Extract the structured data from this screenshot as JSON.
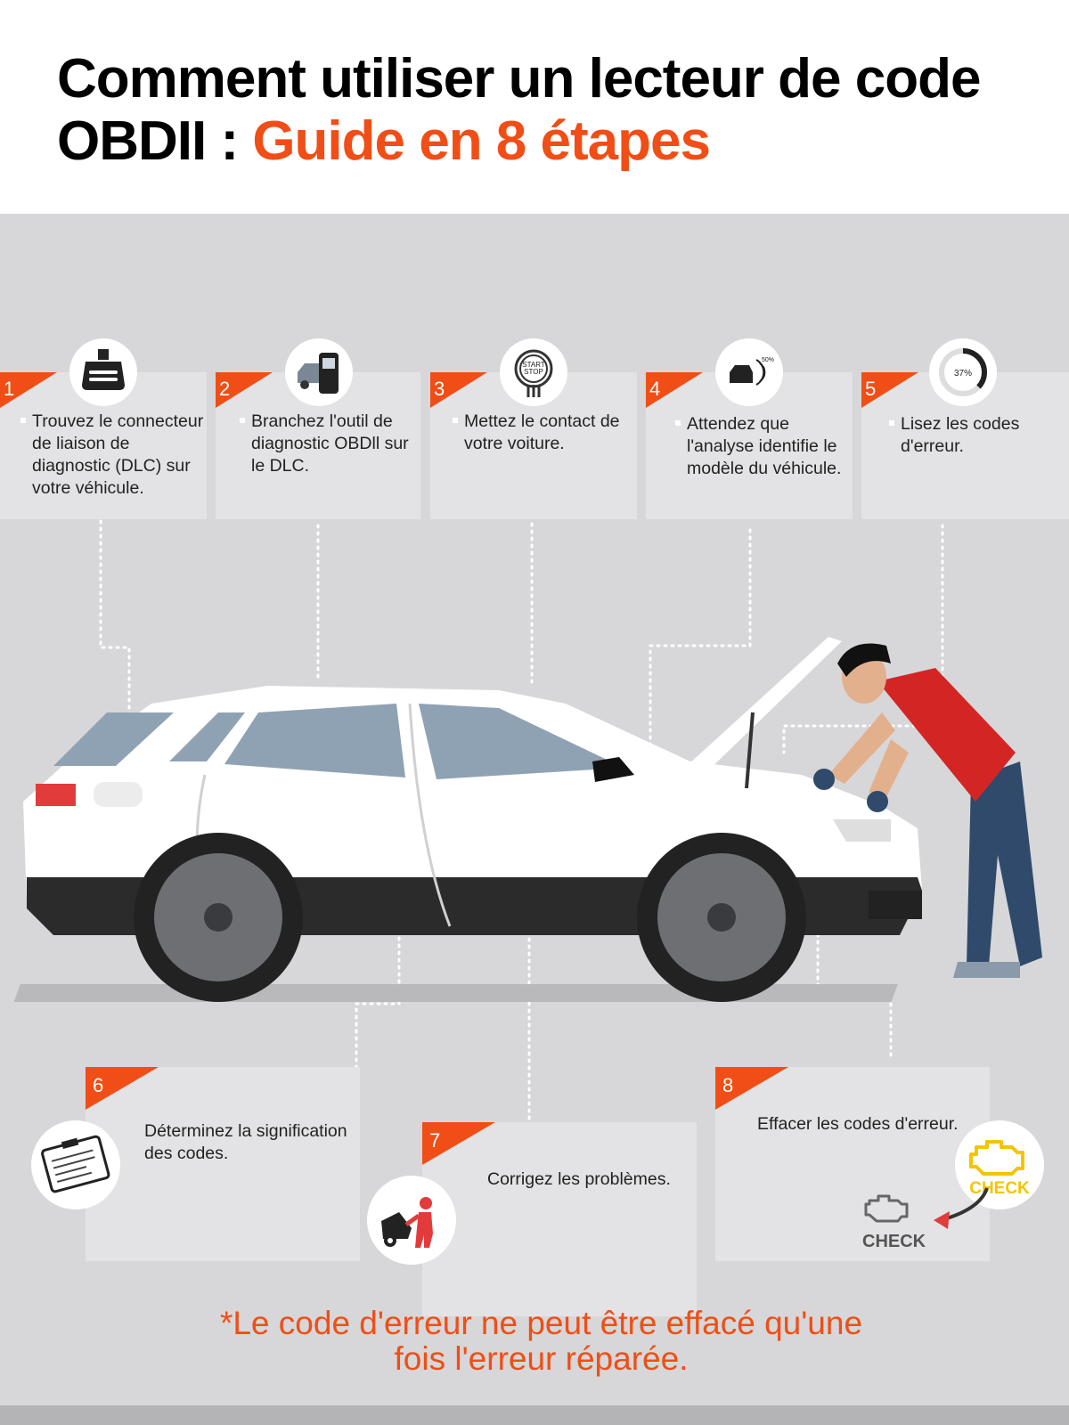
{
  "title": {
    "line1": "Comment utiliser un lecteur de code",
    "line2_prefix": "OBDII : ",
    "line2_accent": "Guide en 8 étapes"
  },
  "colors": {
    "accent": "#f04e16",
    "panel": "#e3e3e5",
    "background": "#d7d7d9",
    "check_yellow": "#f5c400"
  },
  "steps": [
    {
      "number": "1",
      "text": "Trouvez le connecteur de liaison de diagnostic (DLC) sur votre véhicule.",
      "icon": "obd-connector-icon"
    },
    {
      "number": "2",
      "text": "Branchez l'outil de diagnostic OBDll sur le DLC.",
      "icon": "scanner-tool-icon"
    },
    {
      "number": "3",
      "text": "Mettez le contact de votre voiture.",
      "icon": "start-stop-button-icon"
    },
    {
      "number": "4",
      "text": "Attendez que l'analyse identifie le modèle du véhicule.",
      "icon": "vehicle-scan-icon"
    },
    {
      "number": "5",
      "text": "Lisez les codes d'erreur.",
      "icon": "progress-gauge-icon"
    },
    {
      "number": "6",
      "text": "Déterminez la signification des codes.",
      "icon": "clipboard-icon"
    },
    {
      "number": "7",
      "text": "Corrigez les problèmes.",
      "icon": "mechanic-repair-icon"
    },
    {
      "number": "8",
      "text": "Effacer les codes d'erreur.",
      "icon": "check-engine-icon"
    }
  ],
  "icon_labels": {
    "start_line1": "START",
    "start_line2": "STOP",
    "scan_percent": "50%",
    "gauge_percent": "37%",
    "check_active": "CHECK",
    "check_cleared": "CHECK"
  },
  "scan_progress": 0.5,
  "gauge_progress": 0.37,
  "footnote": {
    "line1": "*Le code d'erreur ne peut être effacé qu'une",
    "line2": "fois l'erreur réparée."
  }
}
